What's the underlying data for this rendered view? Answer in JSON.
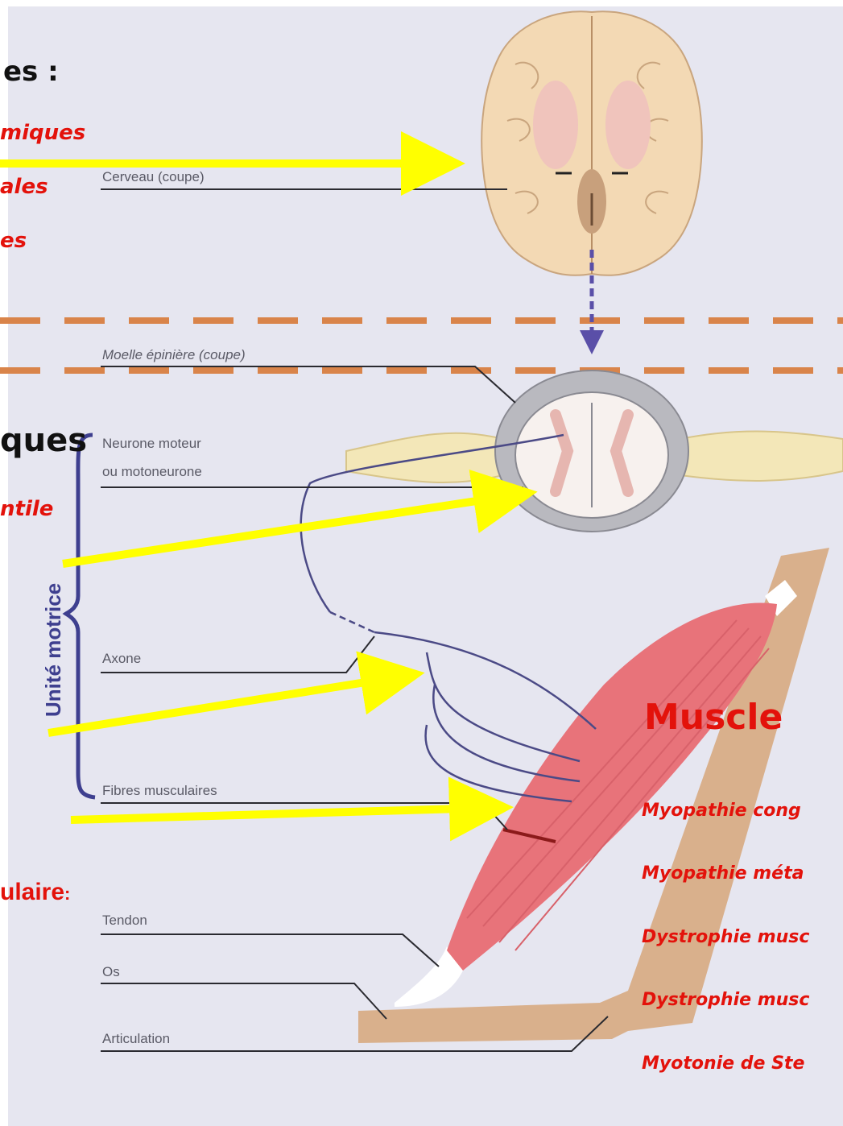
{
  "colors": {
    "background": "#e6e6f0",
    "diagram_label": "#5a5a66",
    "pathology_red": "#e3120b",
    "arrow_yellow": "#ffff00",
    "dashed_orange": "#d9844a",
    "nerve_purple": "#4b4a86",
    "muscle_pink": "#e8737a",
    "bone_tan": "#d9b08c"
  },
  "left_headings": {
    "brain_heading": "es :",
    "brain_items": [
      "miques",
      "ales",
      "es"
    ],
    "spinal_heading": "ques",
    "spinal_item": "ntile",
    "junction_heading": "ulaire",
    "junction_colon": ":"
  },
  "diagram_labels": {
    "brain": "Cerveau (coupe)",
    "spinal_cord": "Moelle épinière (coupe)",
    "motor_neuron_line1": "Neurone moteur",
    "motor_neuron_line2": "ou motoneurone",
    "motor_unit": "Unité motrice",
    "axon": "Axone",
    "muscle_fibers": "Fibres musculaires",
    "tendon": "Tendon",
    "bone": "Os",
    "joint": "Articulation"
  },
  "muscle_section": {
    "heading": "Muscle",
    "items": [
      "Myopathie cong",
      "Myopathie méta",
      "Dystrophie musc",
      "Dystrophie musc",
      "Myotonie de Ste"
    ]
  },
  "icons": [
    "brain-illustration",
    "spinal-cord-illustration",
    "muscle-illustration",
    "bone-illustration",
    "yellow-arrow",
    "dashed-separator"
  ]
}
